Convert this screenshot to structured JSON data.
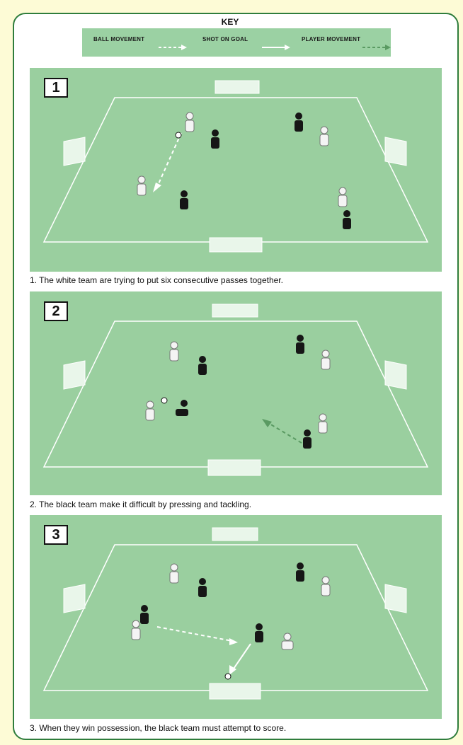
{
  "key": {
    "title": "KEY",
    "ball_movement": "BALL MOVEMENT",
    "shot_on_goal": "SHOT ON GOAL",
    "player_movement": "PLAYER MOVEMENT"
  },
  "panels": [
    {
      "number": "1",
      "caption": "1. The white team are trying to put six consecutive passes together."
    },
    {
      "number": "2",
      "caption": "2. The black team make it difficult by pressing and tackling."
    },
    {
      "number": "3",
      "caption": "3. When they win possession, the black team must attempt to score."
    }
  ],
  "colors": {
    "pitch": "#9acf9f",
    "frame_border": "#2f7d3c",
    "background": "#fdfbd6",
    "white_team": "#f4f4f4",
    "black_team": "#161616"
  }
}
